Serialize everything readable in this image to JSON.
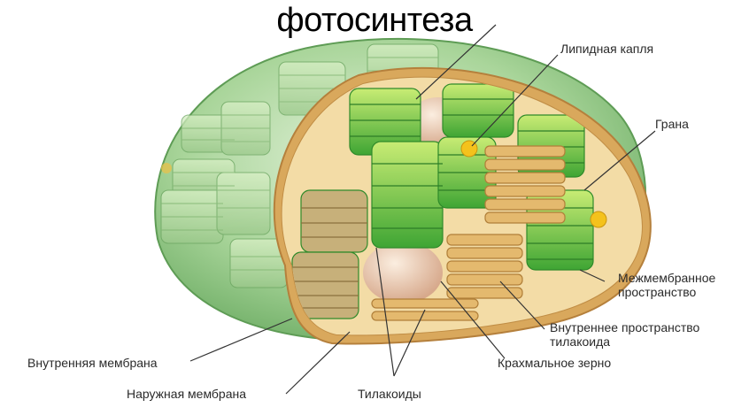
{
  "title": "фотосинтеза",
  "labels": {
    "lipid_drop": "Липидная капля",
    "grana": "Грана",
    "intermembrane_1": "Межмембранное",
    "intermembrane_2": "пространство",
    "thylakoid_space_1": "Внутреннее пространство",
    "thylakoid_space_2": "тилакоида",
    "starch_grain": "Крахмальное зерно",
    "thylakoids": "Тилакоиды",
    "inner_membrane": "Внутренняя мембрана",
    "outer_membrane": "Наружная мембрана"
  },
  "colors": {
    "outer_glass": "#9ccf8e",
    "membrane_tan": "#d7a65a",
    "stroma": "#f2d9a0",
    "granum_green": "#4fb53a",
    "granum_light": "#b7e06a",
    "starch": "#e8c9a8",
    "lipid": "#f4c21c"
  }
}
